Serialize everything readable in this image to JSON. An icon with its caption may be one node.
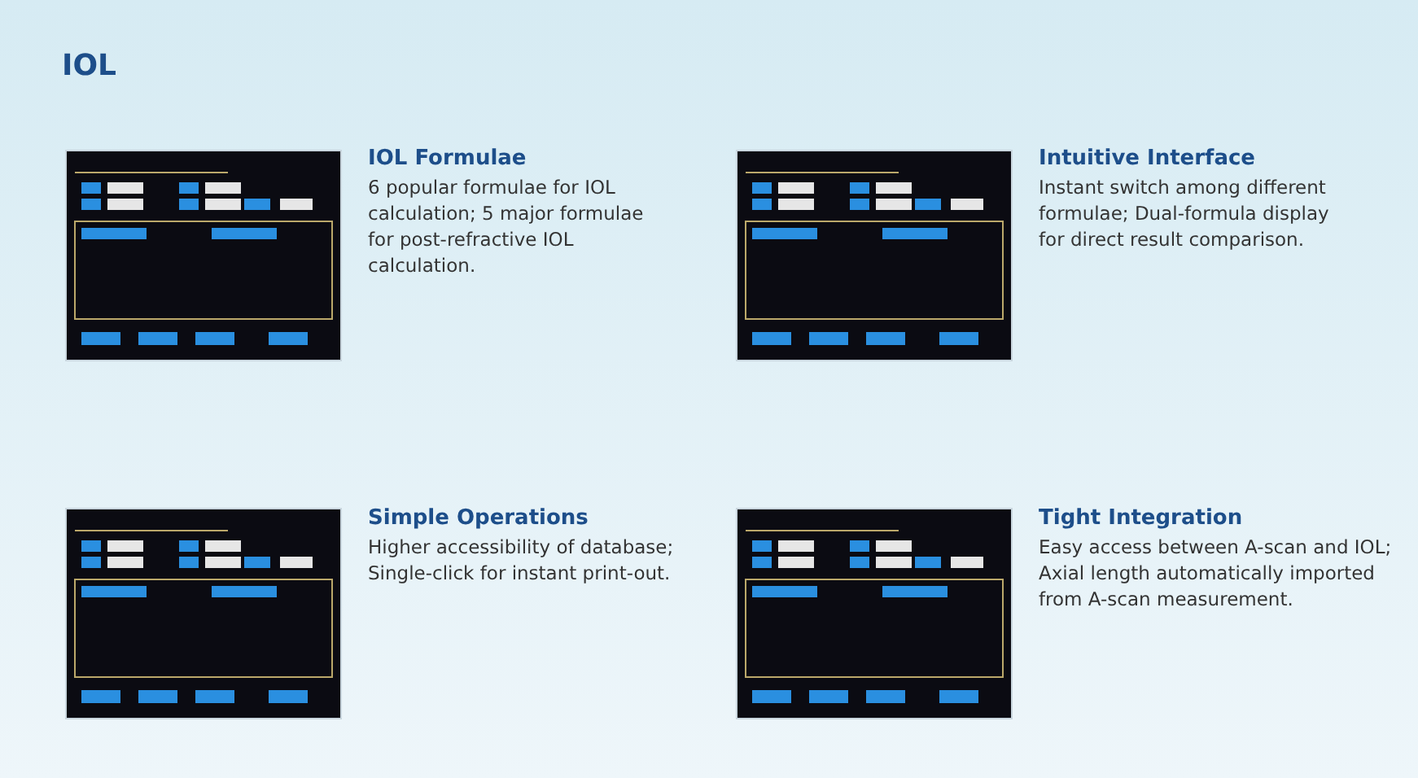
{
  "diagram": {
    "title": "IOL",
    "labels": [
      "IOL Formulae",
      "6 popular formulae for IOL calculation; 5 major formulae for post-refractive IOL calculation.",
      "Intuitive Interface",
      "Instant switch among different formulae; Dual-formula display for direct result comparison.",
      "Simple Operations",
      "Higher accessibility of database; Single-click for instant print-out.",
      "Tight Integration",
      "Easy access between A-scan and IOL; Axial length automatically imported from A-scan measurement."
    ]
  }
}
